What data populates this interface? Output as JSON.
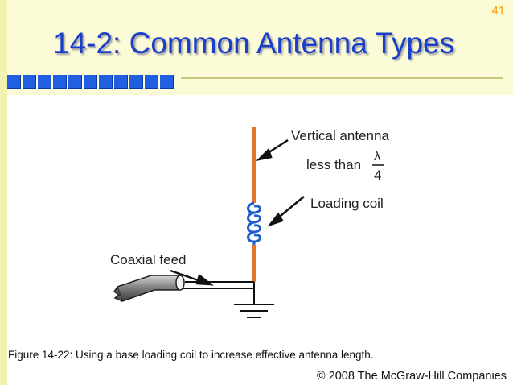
{
  "slide": {
    "page_number": "41",
    "title": "14-2: Common Antenna Types",
    "square_count": 11,
    "accent_color": "#1a3ec8"
  },
  "diagram": {
    "vertical_antenna_label": "Vertical antenna",
    "less_than_label": "less than",
    "fraction_numerator": "λ",
    "fraction_denominator": "4",
    "loading_coil_label": "Loading coil",
    "coaxial_feed_label": "Coaxial feed",
    "antenna_color": "#e2762a",
    "coil_color": "#1f5fc8"
  },
  "caption": "Figure 14-22: Using a base loading coil to increase effective antenna length.",
  "copyright": "© 2008 The McGraw-Hill Companies"
}
